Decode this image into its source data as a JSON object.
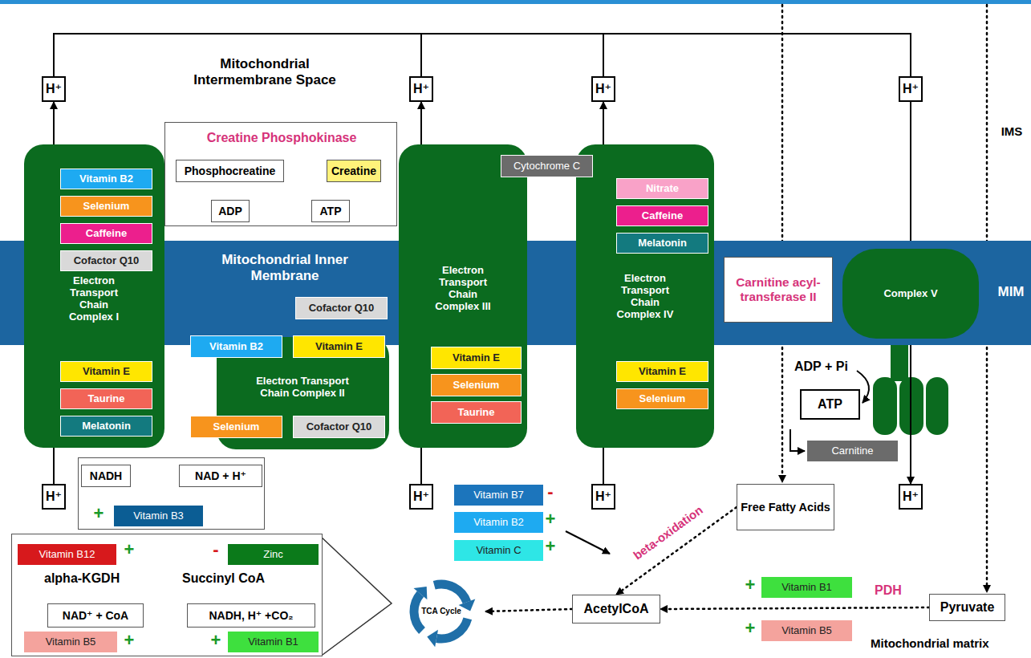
{
  "diagram": {
    "nodes": [
      {
        "text": [
          "Mitochondrial Inner Membrane",
          "MIM"
        ]
      },
      {
        "text": [
          "Electron Transport Chain Complex I"
        ]
      },
      {
        "text": [
          "Vitamin B2"
        ],
        "in": 1
      },
      {
        "text": [
          "Selenium"
        ],
        "in": 1
      },
      {
        "text": [
          "Caffeine"
        ],
        "in": 1
      },
      {
        "text": [
          "Cofactor Q10"
        ],
        "in": 1
      },
      {
        "text": [
          "Vitamin E"
        ],
        "in": 1
      },
      {
        "text": [
          "Taurine"
        ],
        "in": 1
      },
      {
        "text": [
          "Melatonin"
        ],
        "in": 1
      },
      {
        "text": [
          "Creatine Phosphokinase"
        ]
      },
      {
        "text": [
          "Phosphocreatine"
        ],
        "in": 9
      },
      {
        "text": [
          "Creatine"
        ],
        "in": 9
      },
      {
        "text": [
          "ADP"
        ],
        "in": 9
      },
      {
        "text": [
          "ATP"
        ],
        "in": 9
      },
      {
        "text": [
          "Cofactor Q10"
        ],
        "in": 0
      },
      {
        "text": [
          "Electron Transport Chain Complex II"
        ]
      },
      {
        "text": [
          "Vitamin B2"
        ],
        "in": 15
      },
      {
        "text": [
          "Vitamin E"
        ],
        "in": 15
      },
      {
        "text": [
          "Selenium"
        ],
        "in": 15
      },
      {
        "text": [
          "Cofactor Q10"
        ],
        "in": 15
      },
      {
        "text": [
          "Electron Transport Chain Complex III"
        ]
      },
      {
        "text": [
          "Vitamin E"
        ],
        "in": 20
      },
      {
        "text": [
          "Selenium"
        ],
        "in": 20
      },
      {
        "text": [
          "Taurine"
        ],
        "in": 20
      },
      {
        "text": [
          "Electron Transport Chain Complex IV"
        ]
      },
      {
        "text": [
          "Nitrate"
        ],
        "in": 24
      },
      {
        "text": [
          "Caffeine"
        ],
        "in": 24
      },
      {
        "text": [
          "Melatonin"
        ],
        "in": 24
      },
      {
        "text": [
          "Vitamin E"
        ],
        "in": 24
      },
      {
        "text": [
          "Selenium"
        ],
        "in": 24
      },
      {
        "text": [
          "Cytochrome C"
        ]
      },
      {
        "text": [
          "Carnitine acyl-transferase II"
        ],
        "in": 0
      },
      {
        "text": [
          "Complex V"
        ]
      },
      {
        "text": [
          "ATP"
        ]
      },
      {
        "text": [
          "Carnitine"
        ]
      },
      {
        "text": [
          "H⁺"
        ]
      },
      {
        "text": [
          "H⁺"
        ]
      },
      {
        "text": [
          "H⁺"
        ]
      },
      {
        "text": [
          "H⁺"
        ]
      },
      {
        "text": [
          "H⁺"
        ]
      },
      {
        "text": [
          "+"
        ]
      },
      {
        "text": [
          "NADH"
        ],
        "in": 40
      },
      {
        "text": [
          "NAD + H⁺"
        ],
        "in": 40
      },
      {
        "text": [
          "Vitamin B3"
        ],
        "in": 40
      },
      {
        "text": [
          "H⁺"
        ]
      },
      {
        "text": [
          "Vitamin B7"
        ]
      },
      {
        "text": [
          "Vitamin B2"
        ]
      },
      {
        "text": [
          "Vitamin C"
        ]
      },
      {
        "text": [
          "H⁺"
        ]
      },
      {
        "text": [
          "Free Fatty Acids"
        ]
      },
      {
        "text": [
          "H⁺"
        ]
      },
      {
        "text": [
          "+",
          "-",
          "alpha-KGDH",
          "Succinyl CoA",
          "+",
          "+"
        ]
      },
      {
        "text": [
          "Vitamin B12"
        ],
        "in": 51
      },
      {
        "text": [
          "Zinc"
        ],
        "in": 51
      },
      {
        "text": [
          "NAD⁺ + CoA"
        ],
        "in": 51
      },
      {
        "text": [
          "NADH, H⁺ +CO₂"
        ],
        "in": 51
      },
      {
        "text": [
          "Vitamin B5"
        ],
        "in": 51
      },
      {
        "text": [
          "Vitamin B1"
        ],
        "in": 51
      },
      {
        "text": [
          "TCA Cycle"
        ]
      },
      {
        "text": [
          "AcetylCoA"
        ]
      },
      {
        "text": [
          "Vitamin B1"
        ]
      },
      {
        "text": [
          "Vitamin B5"
        ]
      },
      {
        "text": [
          "Pyruvate"
        ]
      }
    ],
    "edges": [
      {
        "from": 39,
        "to": 35,
        "arrow": "to"
      },
      {
        "from": 44,
        "to": 36,
        "arrow": "to"
      },
      {
        "from": 48,
        "to": 37,
        "arrow": "to"
      },
      {
        "from": 38,
        "to": 50,
        "arrow": "to"
      },
      {
        "from": 35,
        "to": 36,
        "arrow": "none"
      },
      {
        "from": 36,
        "to": 37,
        "arrow": "none"
      },
      {
        "from": 37,
        "to": 38,
        "arrow": "none"
      },
      {
        "from": 41,
        "to": 42,
        "arrow": "to"
      },
      {
        "from": 10,
        "to": 11,
        "arrow": "both"
      },
      {
        "from": 12,
        "to": 13,
        "arrow": "both"
      },
      {
        "from": 54,
        "to": 55,
        "arrow": "to"
      },
      {
        "from": 59,
        "to": 58,
        "arrow": "to"
      },
      {
        "from": 62,
        "to": 59,
        "label": "PDH",
        "arrow": "to"
      },
      {
        "from": 49,
        "to": 59,
        "arrow": "to"
      }
    ],
    "labels": [
      "Mitochondrial Intermembrane Space",
      "IMS",
      "ADP + Pi",
      "-",
      "+",
      "+",
      "beta-oxidation",
      "+",
      "+",
      "Mitochondrial matrix"
    ]
  }
}
